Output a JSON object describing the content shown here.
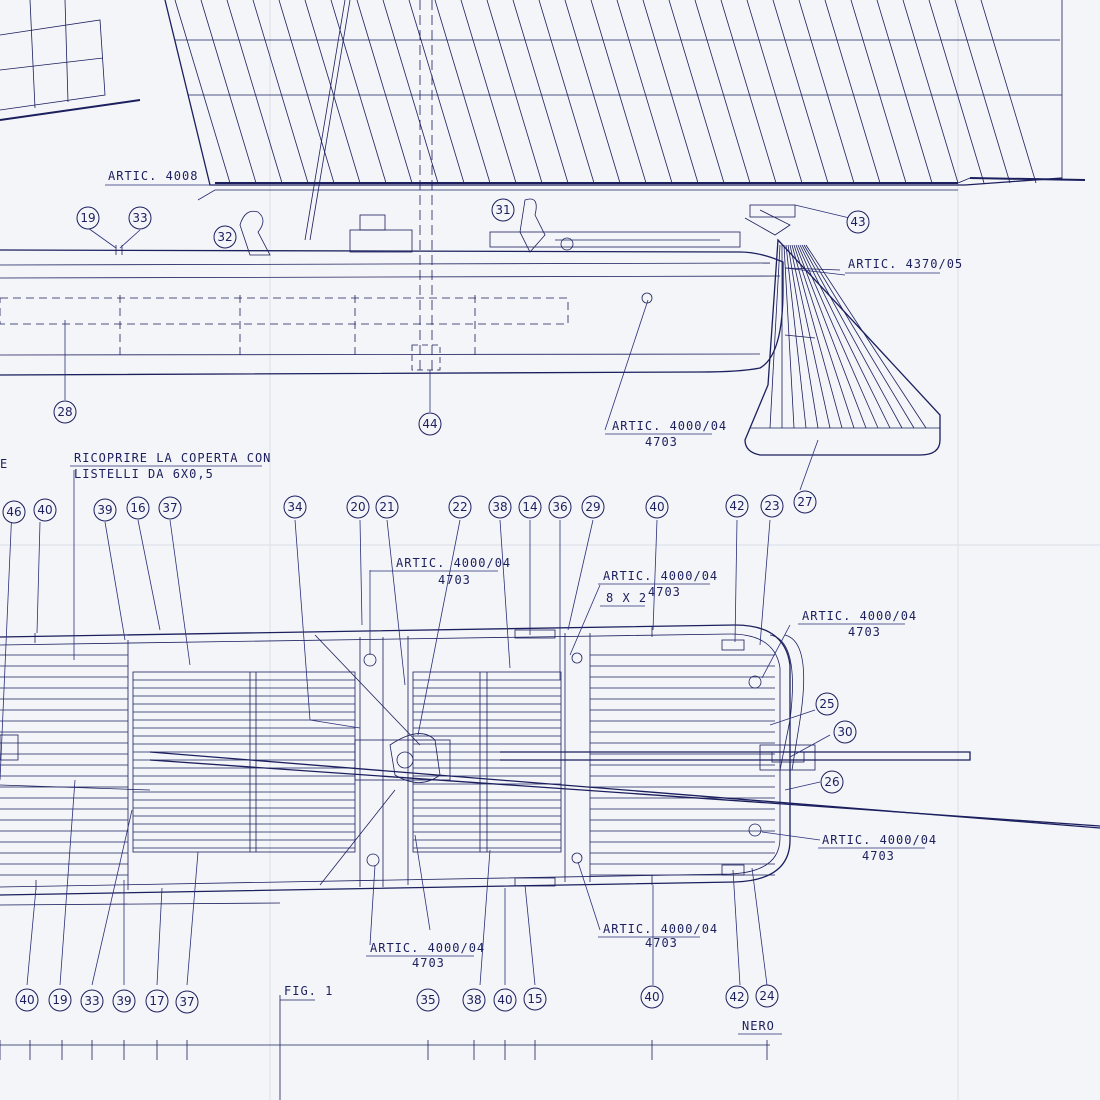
{
  "colors": {
    "paper": "#f4f5f8",
    "ink": "#1b1f5e",
    "fold": "#dfe2ea"
  },
  "notes": {
    "artic_4008": "ARTIC. 4008",
    "artic_4370_05": "ARTIC. 4370/05",
    "artic_4000_04": "ARTIC. 4000/04",
    "code_4703": "4703",
    "ricoprire_line1": "RICOPRIRE LA COPERTA CON",
    "ricoprire_line2": "LISTELLI DA 6X0,5",
    "note_8x2": "8 X 2",
    "fig1": "FIG. 1",
    "nero": "NERO",
    "edge_e": "E"
  },
  "side_view_callouts": [
    "19",
    "33",
    "32",
    "31",
    "43",
    "28",
    "44",
    "27"
  ],
  "plan_top_callouts": [
    "46",
    "40",
    "39",
    "16",
    "37",
    "34",
    "20",
    "21",
    "22",
    "38",
    "14",
    "36",
    "29",
    "40",
    "42",
    "23"
  ],
  "plan_side_callouts": [
    "25",
    "30",
    "26"
  ],
  "plan_bottom_callouts": [
    "40",
    "19",
    "33",
    "39",
    "17",
    "37",
    "35",
    "38",
    "40",
    "15",
    "40",
    "42",
    "24"
  ]
}
